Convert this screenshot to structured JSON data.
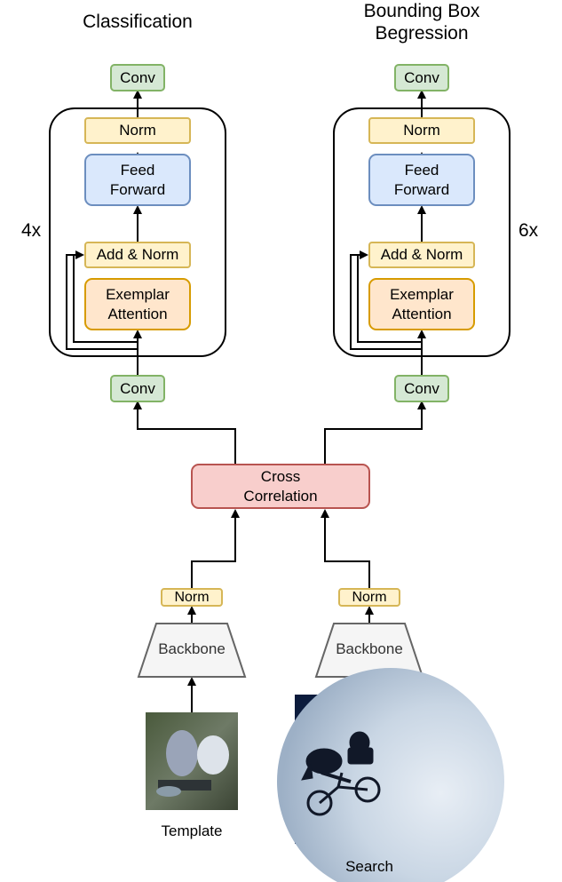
{
  "titles": {
    "left": "Classification",
    "right": "Bounding Box\nBegression"
  },
  "repeats": {
    "left": "4x",
    "right": "6x"
  },
  "labels": {
    "conv": "Conv",
    "norm": "Norm",
    "feed_forward": "Feed\nForward",
    "add_norm": "Add & Norm",
    "exemplar_attention": "Exemplar\nAttention",
    "cross_correlation": "Cross\nCorrelation",
    "backbone": "Backbone"
  },
  "captions": {
    "template": "Template",
    "search": "Search"
  },
  "colors": {
    "conv_fill": "#d5e8d4",
    "conv_stroke": "#82b366",
    "norm_fill": "#fff2cc",
    "norm_stroke": "#d6b656",
    "ff_fill": "#dae8fc",
    "ff_stroke": "#6c8ebf",
    "exemplar_fill": "#ffe6cc",
    "exemplar_stroke": "#d79b00",
    "cc_fill": "#f8cecc",
    "cc_stroke": "#b85450"
  }
}
